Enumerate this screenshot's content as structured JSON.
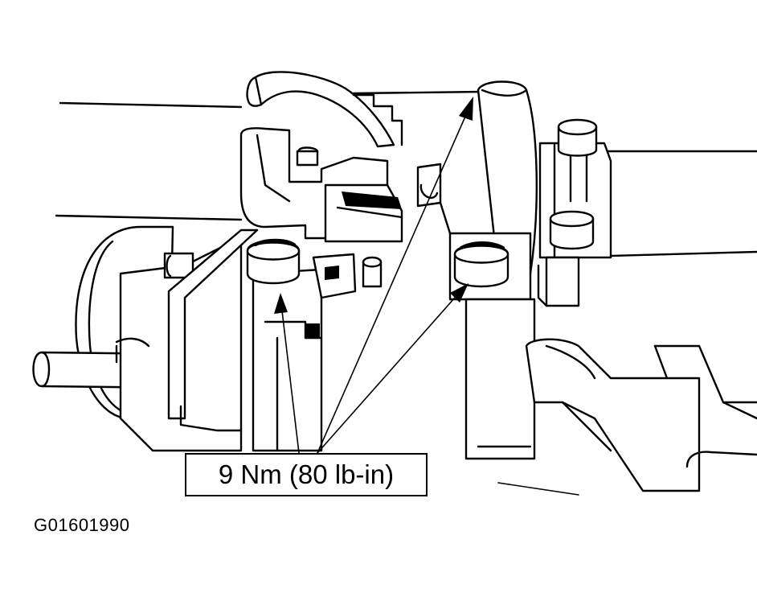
{
  "callout": {
    "torque_label": "9 Nm (80 lb-in)"
  },
  "figure": {
    "id_code": "G01601990",
    "callout_targets": [
      {
        "name": "left-bolt"
      },
      {
        "name": "right-bolt"
      },
      {
        "name": "upper-bolt"
      }
    ]
  },
  "colors": {
    "line": "#000000",
    "background": "#ffffff"
  }
}
